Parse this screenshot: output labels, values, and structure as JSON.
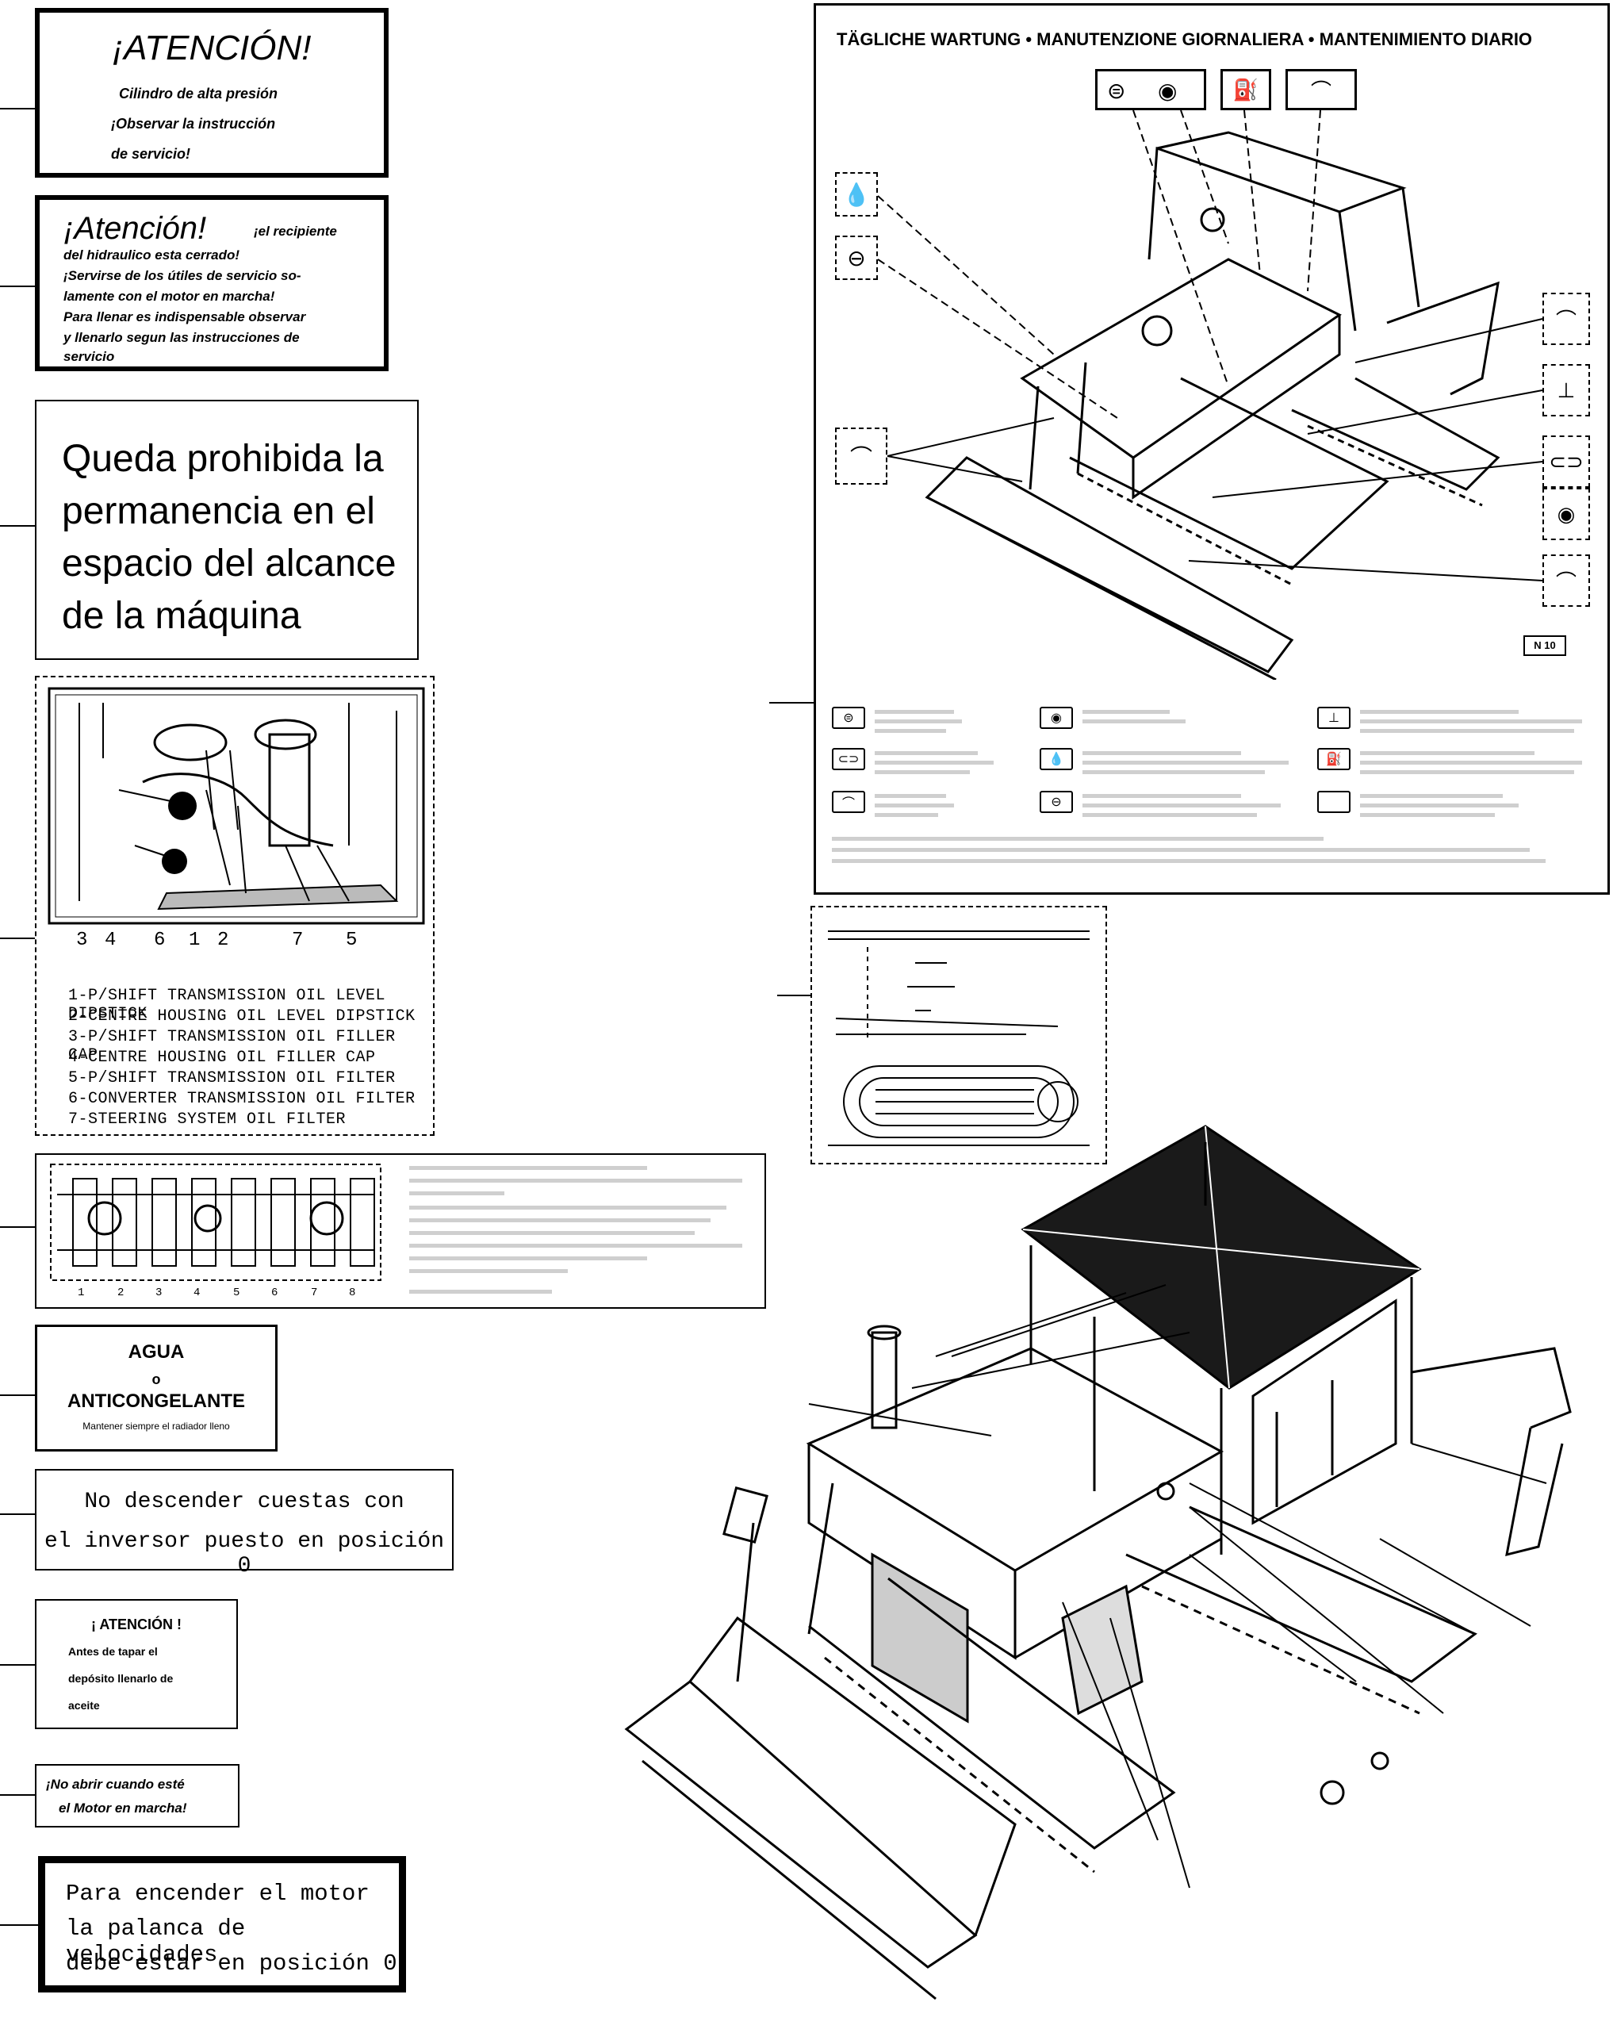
{
  "decal_atencion_1": {
    "title": "¡ATENCIÓN!",
    "lines": [
      "Cilindro de alta presión",
      "¡Observar la instrucción",
      "de servicio!"
    ]
  },
  "decal_atencion_2": {
    "title": "¡Atención!",
    "title_tail": "¡el recipiente",
    "lines": [
      "del hidraulico esta cerrado!",
      "¡Servirse de los útiles de servicio so-",
      "lamente con el motor en marcha!",
      "Para llenar es indispensable observar",
      "y llenarlo segun las instrucciones de",
      "servicio"
    ]
  },
  "decal_prohibida": {
    "lines": [
      "Queda prohibida la",
      "permanencia en el",
      "espacio del alcance",
      "de la máquina"
    ]
  },
  "decal_transmission": {
    "callout_numbers": [
      "3",
      "4",
      "6",
      "1",
      "2",
      "7",
      "5"
    ],
    "legend": [
      "1-P/SHIFT TRANSMISSION OIL LEVEL DIPSTICK",
      "2-CENTRE HOUSING OIL LEVEL DIPSTICK",
      "3-P/SHIFT TRANSMISSION OIL FILLER CAP",
      "4-CENTRE HOUSING OIL FILLER CAP",
      "5-P/SHIFT TRANSMISSION OIL FILTER",
      "6-CONVERTER TRANSMISSION OIL FILTER",
      "7-STEERING SYSTEM OIL FILTER"
    ]
  },
  "decal_filters": {
    "bottom_numbers": [
      "1",
      "2",
      "3",
      "4",
      "5",
      "6",
      "7",
      "8"
    ]
  },
  "decal_agua": {
    "line1": "AGUA",
    "line2": "o",
    "line3": "ANTICONGELANTE",
    "line4": "Mantener siempre el radiador lleno"
  },
  "decal_cuestas": {
    "lines": [
      "No descender cuestas con",
      "el inversor puesto en posición 0"
    ]
  },
  "decal_atencion_3": {
    "title": "¡ ATENCIÓN !",
    "lines": [
      "Antes de tapar el",
      "depósito llenarlo de",
      "aceite"
    ]
  },
  "decal_no_abrir": {
    "lines": [
      "¡No abrir cuando esté",
      "el Motor en marcha!"
    ]
  },
  "decal_encender": {
    "lines": [
      "Para encender el motor",
      "la palanca de velocidades",
      "debe estar en posición 0"
    ]
  },
  "maintenance_chart": {
    "header": "TÄGLICHE WARTUNG • MANUTENZIONE GIORNALIERA • MANTENIMIENTO DIARIO",
    "badge": "N 10",
    "top_icons": [
      "filter-icon",
      "eye-icon",
      "fuel-icon",
      "grease-icon"
    ],
    "left_icons": [
      "oil-drop-icon",
      "coolant-icon",
      "grease-icon"
    ],
    "right_icons": [
      "grease-icon",
      "hydraulic-icon",
      "track-icon",
      "eye-icon",
      "grease-icon"
    ]
  },
  "accent_colors": {
    "ink": "#000000",
    "paper": "#ffffff",
    "canopy": "#1a1a1a"
  }
}
